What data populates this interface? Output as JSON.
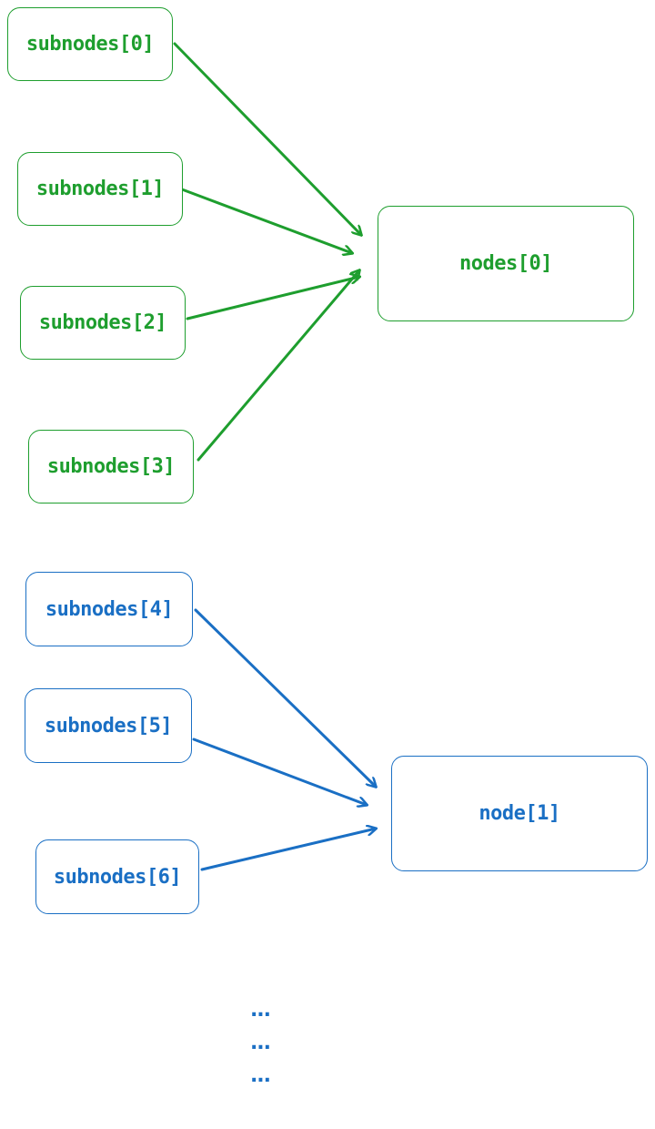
{
  "colors": {
    "group_a": "#1e9e2e",
    "group_b": "#1a6fc4"
  },
  "subnodes": [
    "subnodes[0]",
    "subnodes[1]",
    "subnodes[2]",
    "subnodes[3]",
    "subnodes[4]",
    "subnodes[5]",
    "subnodes[6]"
  ],
  "nodes": [
    "nodes[0]",
    "node[1]"
  ],
  "ellipsis": [
    "...",
    "...",
    "..."
  ],
  "edges": [
    {
      "from": "subnodes[0]",
      "to": "nodes[0]"
    },
    {
      "from": "subnodes[1]",
      "to": "nodes[0]"
    },
    {
      "from": "subnodes[2]",
      "to": "nodes[0]"
    },
    {
      "from": "subnodes[3]",
      "to": "nodes[0]"
    },
    {
      "from": "subnodes[4]",
      "to": "node[1]"
    },
    {
      "from": "subnodes[5]",
      "to": "node[1]"
    },
    {
      "from": "subnodes[6]",
      "to": "node[1]"
    }
  ]
}
